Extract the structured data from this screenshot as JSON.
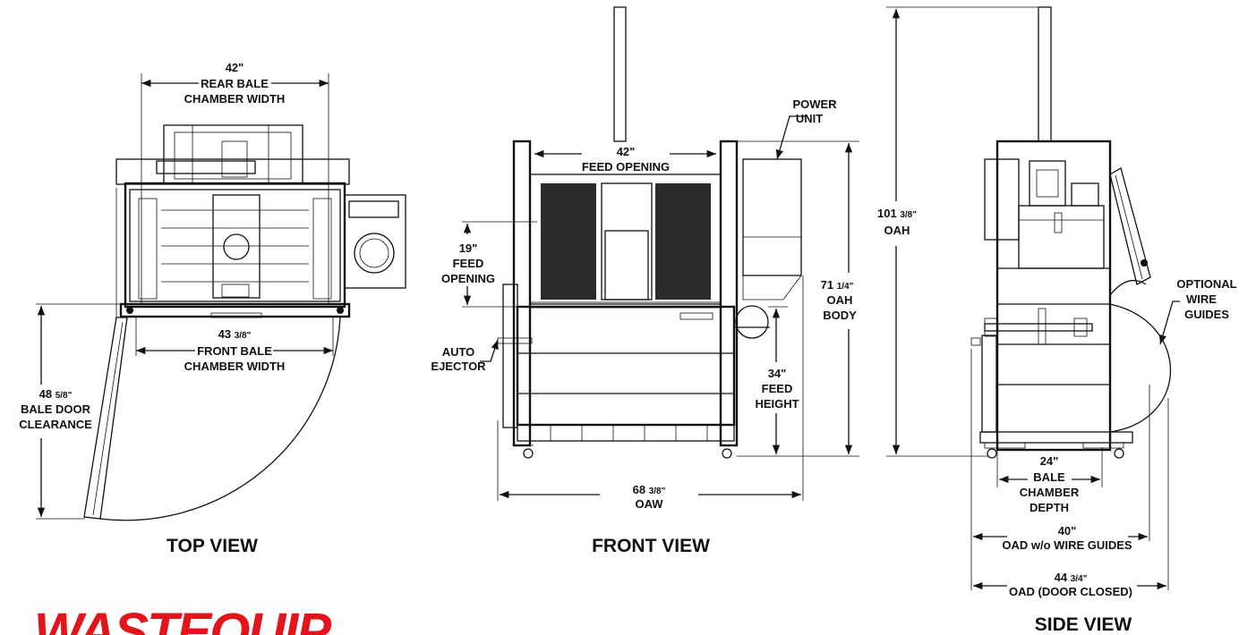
{
  "top_view": {
    "title": "TOP VIEW",
    "rear_width": {
      "value": "42\"",
      "label1": "REAR BALE",
      "label2": "CHAMBER WIDTH"
    },
    "front_width": {
      "whole": "43 ",
      "frac": "3/8\"",
      "label1": "FRONT BALE",
      "label2": "CHAMBER WIDTH"
    },
    "door_clearance": {
      "whole": "48 ",
      "frac": "5/8\"",
      "label1": "BALE DOOR",
      "label2": "CLEARANCE"
    }
  },
  "front_view": {
    "title": "FRONT VIEW",
    "power_unit": {
      "label1": "POWER",
      "label2": "UNIT"
    },
    "feed_opening_width": {
      "value": "42\"",
      "label": "FEED OPENING"
    },
    "feed_opening_height": {
      "value": "19\"",
      "label1": "FEED",
      "label2": "OPENING"
    },
    "auto_ejector": {
      "label1": "AUTO",
      "label2": "EJECTOR"
    },
    "oah_body": {
      "whole": "71 ",
      "frac": "1/4\"",
      "label1": "OAH",
      "label2": "BODY"
    },
    "feed_height": {
      "value": "34\"",
      "label1": "FEED",
      "label2": "HEIGHT"
    },
    "oaw": {
      "whole": "68 ",
      "frac": "3/8\"",
      "label": "OAW"
    }
  },
  "side_view": {
    "title": "SIDE VIEW",
    "oah": {
      "whole": "101 ",
      "frac": "3/8\"",
      "label": "OAH"
    },
    "wire_guides": {
      "label1": "OPTIONAL",
      "label2": "WIRE",
      "label3": "GUIDES"
    },
    "chamber_depth": {
      "value": "24\"",
      "label1": "BALE",
      "label2": "CHAMBER",
      "label3": "DEPTH"
    },
    "oad_wo_guides": {
      "value": "40\"",
      "label": "OAD w/o WIRE GUIDES"
    },
    "oad_door_closed": {
      "whole": "44 ",
      "frac": "3/4\"",
      "label": "OAD (DOOR CLOSED)"
    }
  },
  "logo": {
    "text": "WASTEQUIP",
    "color": "#e3141b"
  }
}
